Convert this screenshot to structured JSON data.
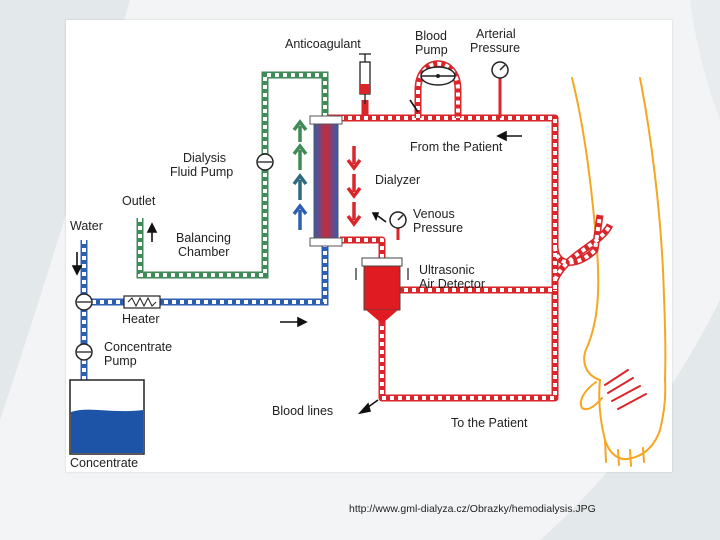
{
  "diagram": {
    "labels": {
      "anticoagulant": "Anticoagulant",
      "blood_pump_1": "Blood",
      "blood_pump_2": "Pump",
      "arterial_pressure_1": "Arterial",
      "arterial_pressure_2": "Pressure",
      "dialysis_fluid_pump_1": "Dialysis",
      "dialysis_fluid_pump_2": "Fluid Pump",
      "from_the_patient": "From the Patient",
      "dialyzer": "Dialyzer",
      "outlet": "Outlet",
      "water": "Water",
      "balancing_chamber_1": "Balancing",
      "balancing_chamber_2": "Chamber",
      "venous_pressure_1": "Venous",
      "venous_pressure_2": "Pressure",
      "ultrasonic_air_detector_1": "Ultrasonic",
      "ultrasonic_air_detector_2": "Air Detector",
      "heater": "Heater",
      "concentrate_pump_1": "Concentrate",
      "concentrate_pump_2": "Pump",
      "blood_lines": "Blood lines",
      "to_the_patient": "To the Patient",
      "concentrate": "Concentrate"
    },
    "colors": {
      "blood": "#d9262b",
      "dialysate_fresh": "#2f5fb3",
      "dialysate_used": "#3f8a57",
      "arm": "#f5a623",
      "concentrate": "#1d54a8"
    }
  },
  "caption": "http://www.gml-dialyza.cz/Obrazky/hemodialysis.JPG"
}
